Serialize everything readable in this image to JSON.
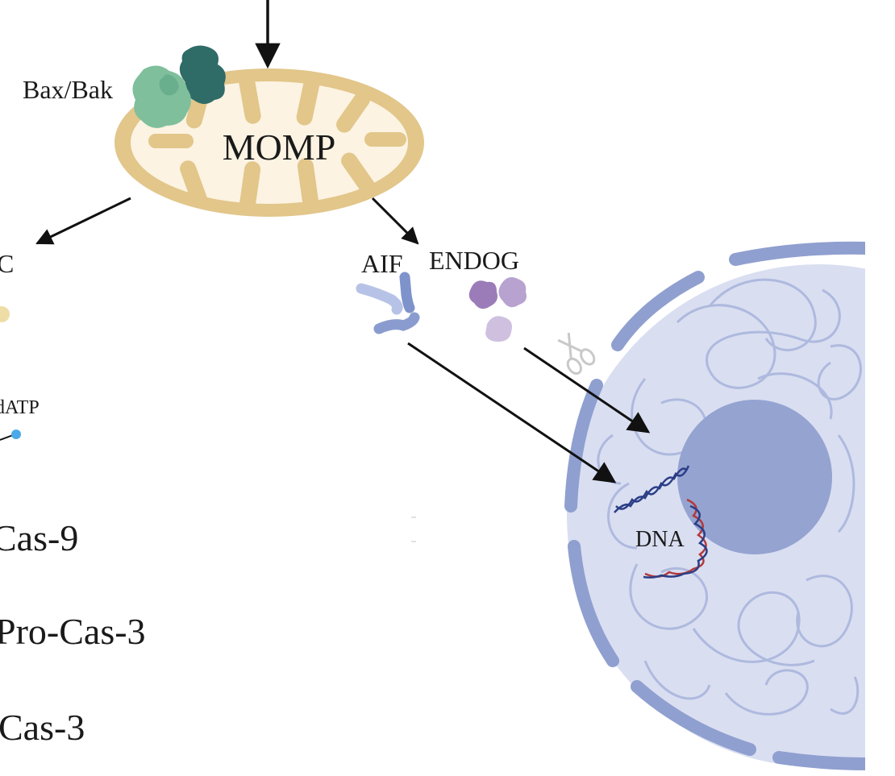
{
  "labels": {
    "bax_bak": "Bax/Bak",
    "momp": "MOMP",
    "cyt_c_partial": "C",
    "aif": "AIF",
    "endog": "ENDOG",
    "datp_partial": "dATP",
    "cas9_partial": "Cas-9",
    "pro_cas3_partial": "Pro-Cas-3",
    "cas3_partial": "Cas-3",
    "dna": "DNA"
  },
  "colors": {
    "mito_outer": "#e2c68a",
    "mito_inner": "#fcf3e2",
    "bax_dark": "#2f6b67",
    "bax_light": "#7fbf9c",
    "aif": "#8a9ccf",
    "endog_dark": "#9b7cb8",
    "endog_light": "#c9b6d9",
    "nucleus_fill": "#d9def1",
    "nucleus_envelope": "#8f9fcf",
    "nucleolus": "#95a3d1",
    "chromatin": "#aab6dc",
    "dna_blue": "#2b3e86",
    "dna_red": "#b3393b",
    "datp_dot": "#4aa9e8",
    "arrow": "#111111"
  },
  "icons": [
    "scissors-icon"
  ]
}
